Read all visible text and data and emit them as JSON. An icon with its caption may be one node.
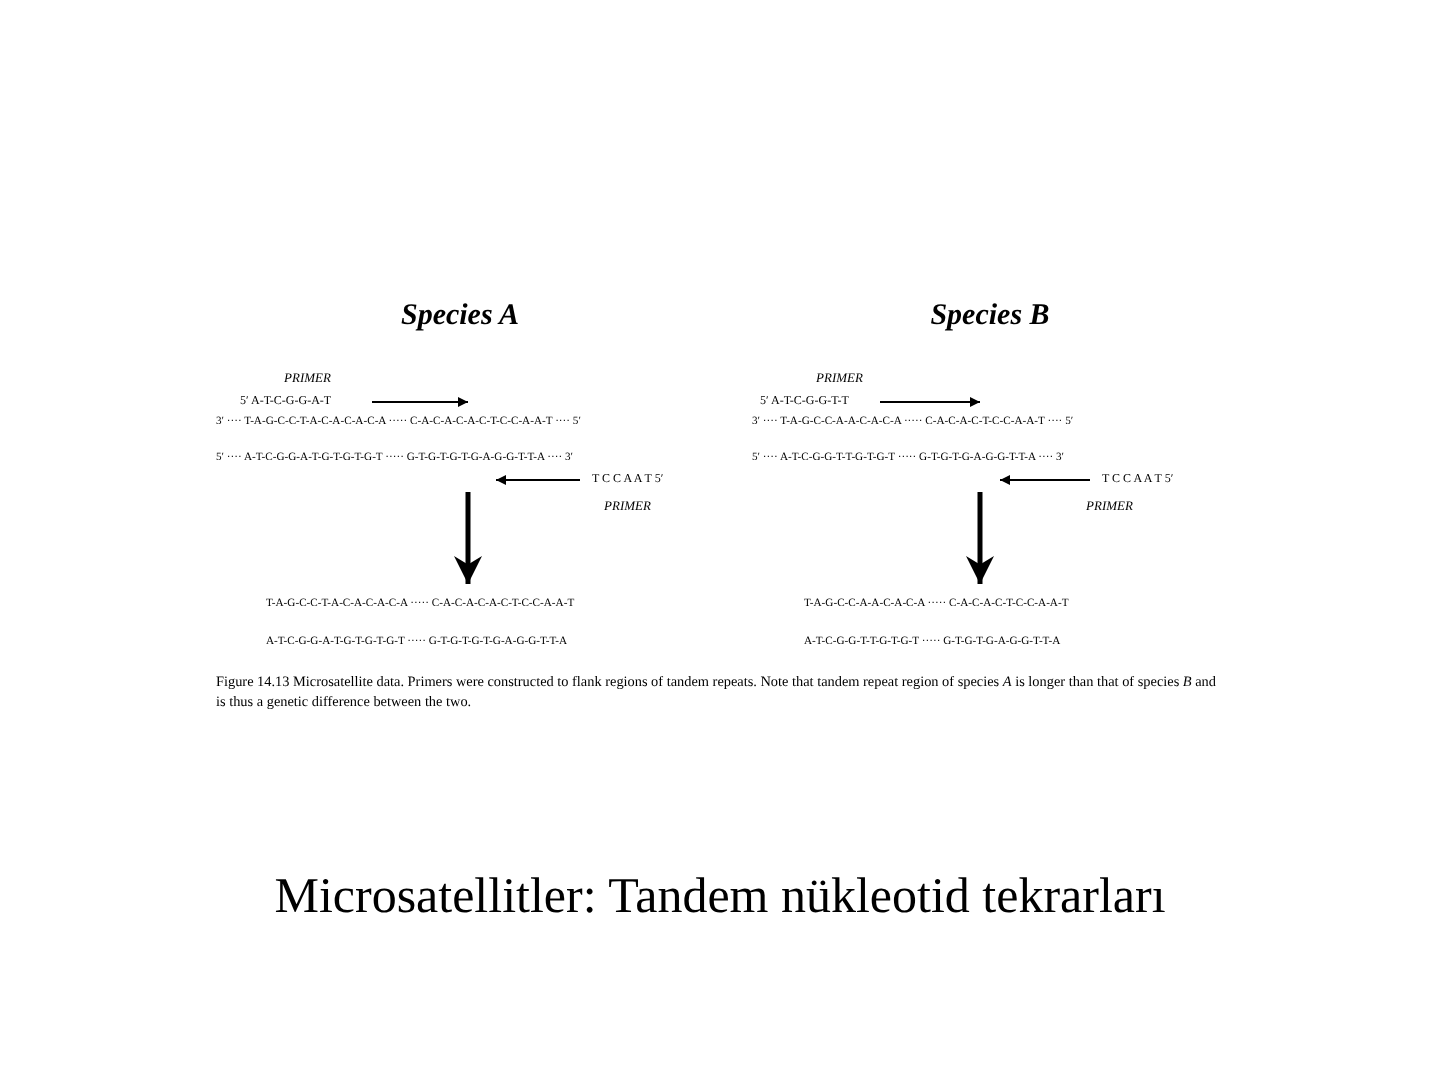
{
  "diagram": {
    "caption": "Microsatellitler:  Tandem nükleotid tekrarları",
    "labels": [
      "Species A",
      "Species B",
      "PRIMER",
      "PRIMER",
      "5′ A-T-C-G-G-A-T",
      "5′ A-T-C-G-G-T-T",
      "3′ ···· T-A-G-C-C-T-A-C-A-C-A-C-A ····· C-A-C-A-C-A-C-T-C-C-A-A-T ···· 5′",
      "3′ ···· T-A-G-C-C-A-A-C-A-C-A ····· C-A-C-A-C-T-C-C-A-A-T ···· 5′",
      "5′ ···· A-T-C-G-G-A-T-G-T-G-T-G-T ····· G-T-G-T-G-T-G-A-G-G-T-T-A ···· 3′",
      "5′ ···· A-T-C-G-G-T-T-G-T-G-T ····· G-T-G-T-G-A-G-G-T-T-A ···· 3′",
      "T C C A A T 5′",
      "T C C A A T 5′",
      "PRIMER",
      "PRIMER",
      "T-A-G-C-C-T-A-C-A-C-A-C-A ····· C-A-C-A-C-A-C-T-C-C-A-A-T",
      "T-A-G-C-C-A-A-C-A-C-A ····· C-A-C-A-C-T-C-C-A-A-T",
      "A-T-C-G-G-A-T-G-T-G-T-G-T ····· G-T-G-T-G-T-G-A-G-G-T-T-A",
      "A-T-C-G-G-T-T-G-T-G-T ····· G-T-G-T-G-A-G-G-T-T-A",
      "Figure 14.13   Microsatellite data. Primers were constructed to flank regions of tandem repeats. Note that tandem repeat region of species *A* is longer than that of species *B* and is thus a genetic difference between the two."
    ]
  }
}
